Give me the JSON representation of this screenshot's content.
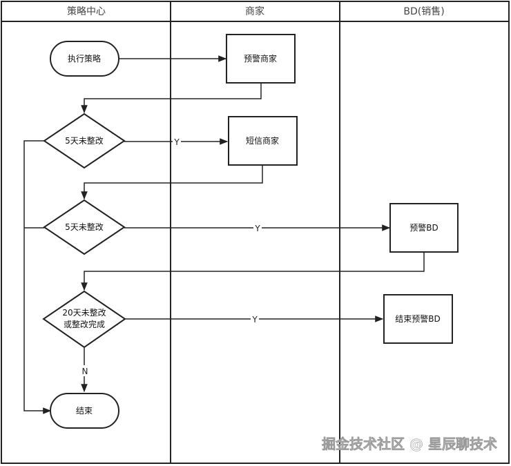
{
  "lanes": [
    "策略中心",
    "商家",
    "BD(销售)"
  ],
  "nodes": {
    "start": "执行策略",
    "warn_merchant": "预警商家",
    "cond1": "5天未整改",
    "sms_merchant": "短信商家",
    "cond2": "5天未整改",
    "warn_bd": "预警BD",
    "cond3_line1": "20天未整改",
    "cond3_line2": "或整改完成",
    "end_warn_bd": "结束预警BD",
    "end": "结束"
  },
  "edge_labels": {
    "yes": "Y",
    "no": "N"
  },
  "watermark": "掘金技术社区 @ 星辰聊技术"
}
